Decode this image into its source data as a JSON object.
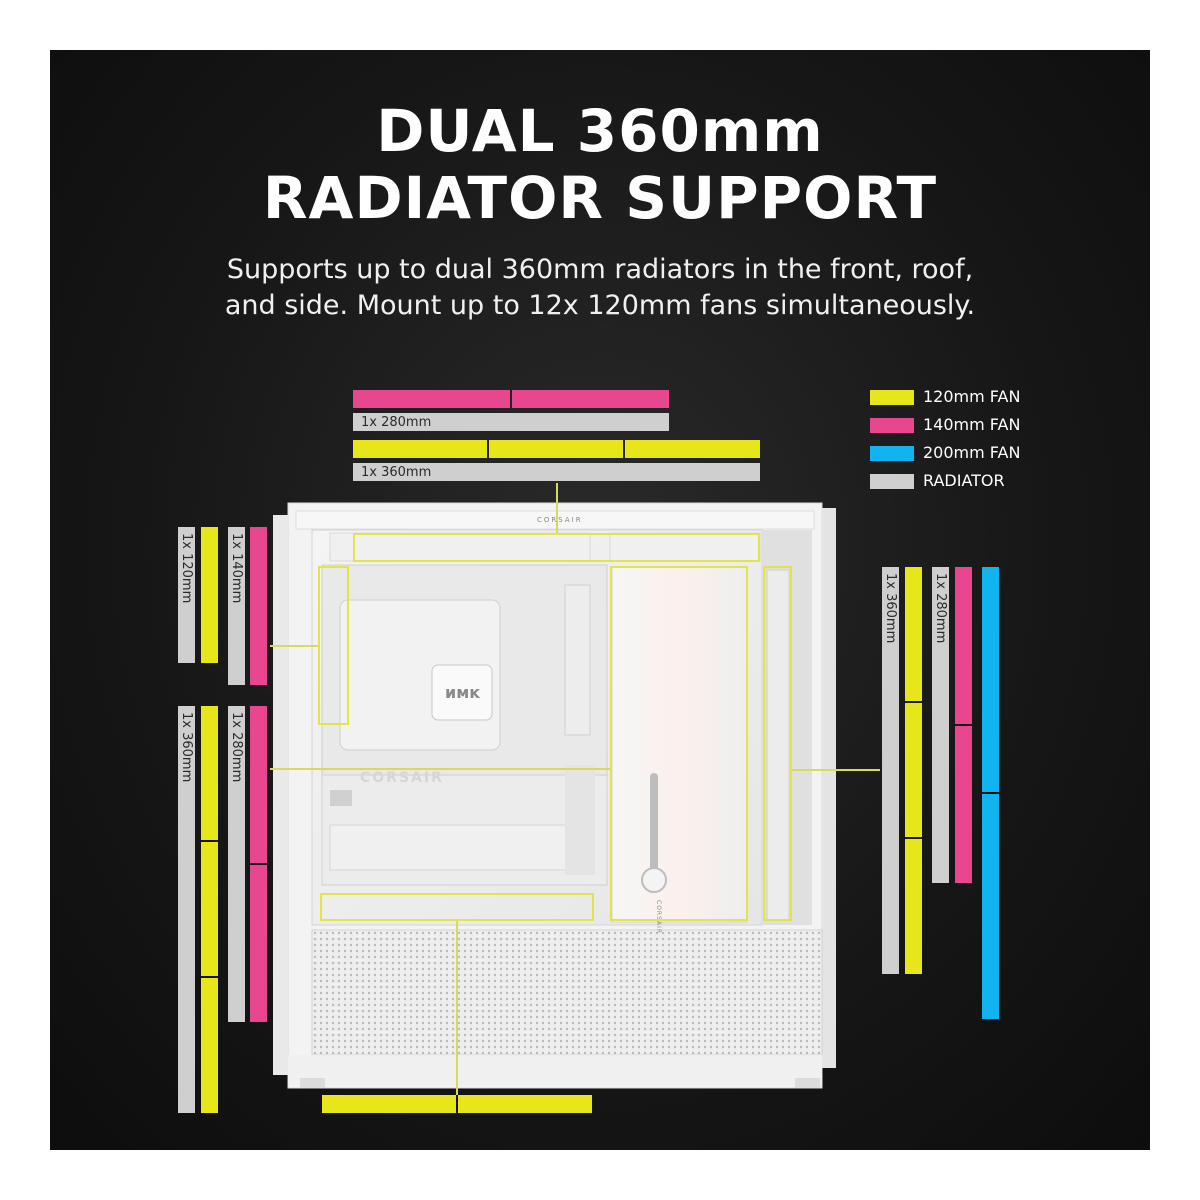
{
  "header": {
    "title_line1": "DUAL 360mm",
    "title_line2": "RADIATOR SUPPORT",
    "subtitle_line1": "Supports up to dual 360mm radiators in the front, roof,",
    "subtitle_line2": "and side. Mount up to 12x 120mm fans simultaneously."
  },
  "legend": {
    "items": [
      {
        "label": "120mm FAN",
        "color": "#e6e61a"
      },
      {
        "label": "140mm FAN",
        "color": "#e8468f"
      },
      {
        "label": "200mm FAN",
        "color": "#12b4f0"
      },
      {
        "label": "RADIATOR",
        "color": "#cfcfcf"
      }
    ]
  },
  "top_mounts": {
    "radiator_280_label": "1x 280mm",
    "radiator_360_label": "1x 360mm"
  },
  "rear_mounts": {
    "upper_120_label": "1x 120mm",
    "upper_140_label": "1x 140mm",
    "lower_360_label": "1x 360mm",
    "lower_280_label": "1x 280mm"
  },
  "front_mounts": {
    "radiator_360_label": "1x 360mm",
    "radiator_280_label": "1x 280mm"
  },
  "case": {
    "brand_top": "CORSAIR",
    "brand_panel": "CORSAIR",
    "brand_gpu": "CORSAIR",
    "hub_label": "ᴎᴍᴋ"
  }
}
